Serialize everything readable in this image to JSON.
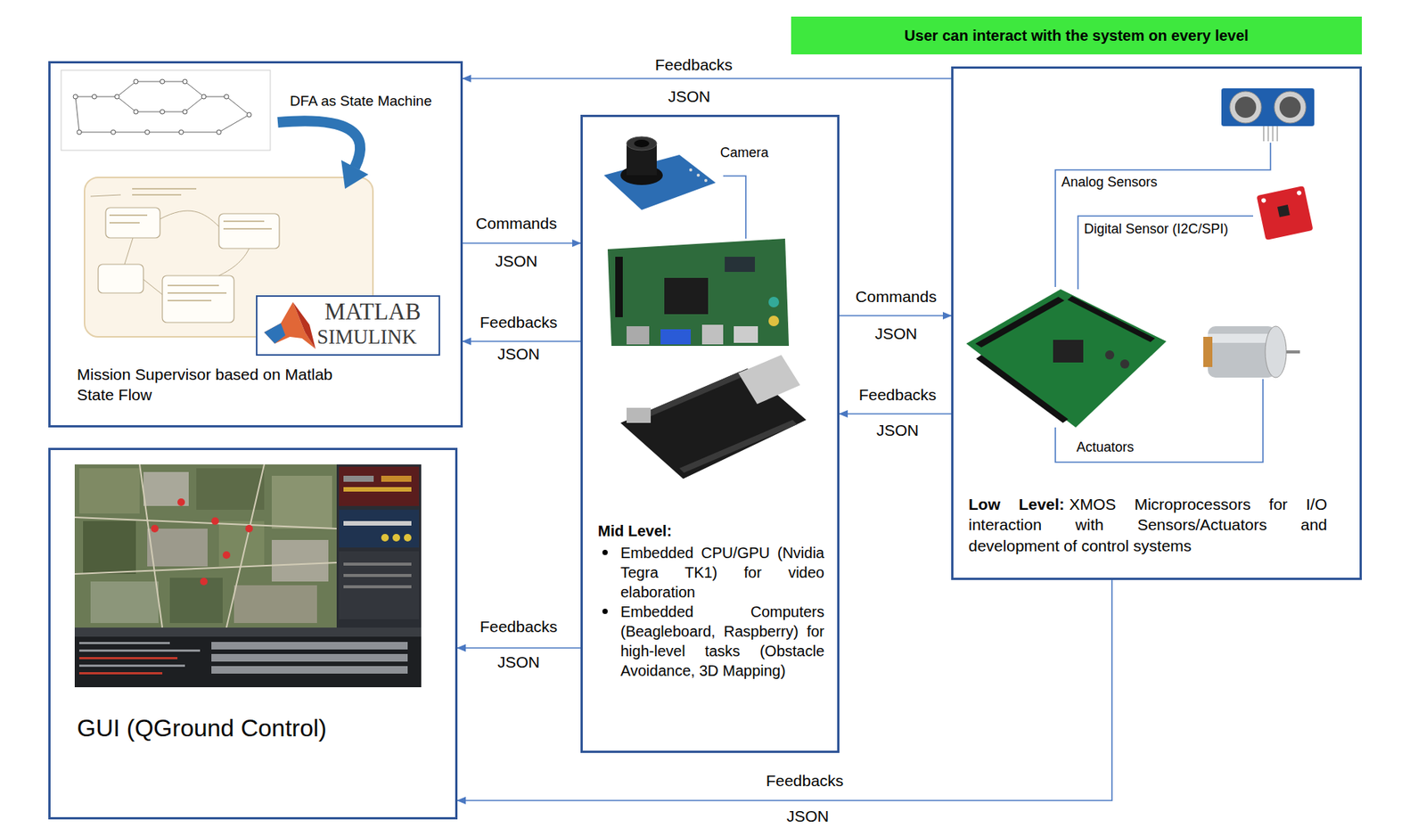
{
  "diagram": {
    "nodes": [
      {
        "text": [
          "User can interact with the system on every level"
        ]
      },
      {
        "text": [
          "DFA as State Machine",
          "Mission Supervisor based on Matlab State Flow"
        ]
      },
      {
        "text": [
          "Mid Level:",
          "Embedded CPU/GPU (Nvidia Tegra TK1) for video elaboration",
          "Embedded Computers (Beagleboard, Raspberry) for high-level tasks (Obstacle Avoidance, 3D Mapping)"
        ]
      },
      {
        "text": [
          "Low Level:",
          "XMOS Microprocessors for I/O interaction with Sensors/Actuators and development of control systems"
        ]
      },
      {
        "text": [
          "GUI (QGround Control)"
        ]
      }
    ],
    "edges": [
      {
        "from": 3,
        "to": 1,
        "label": "Feedbacks",
        "arrow": "to"
      },
      {
        "from": 1,
        "to": 2,
        "label": "Commands",
        "arrow": "to"
      },
      {
        "from": 2,
        "to": 1,
        "label": "Feedbacks",
        "arrow": "to"
      },
      {
        "from": 2,
        "to": 3,
        "label": "Commands",
        "arrow": "to"
      },
      {
        "from": 3,
        "to": 2,
        "label": "Feedbacks",
        "arrow": "to"
      },
      {
        "from": 2,
        "to": 4,
        "label": "Feedbacks",
        "arrow": "to"
      },
      {
        "from": 3,
        "to": 4,
        "label": "Feedbacks",
        "arrow": "to"
      }
    ],
    "labels": [
      "JSON",
      "JSON",
      "JSON",
      "JSON",
      "JSON",
      "JSON",
      "JSON",
      "MATLAB",
      "SIMULINK",
      "Camera",
      "Analog Sensors",
      "Digital Sensor (I2C/SPI)",
      "Actuators"
    ]
  }
}
